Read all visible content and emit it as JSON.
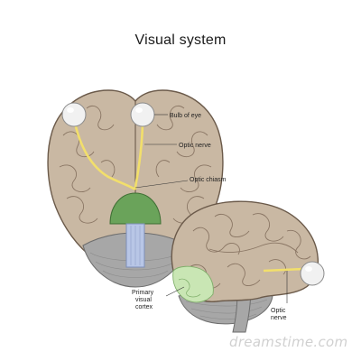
{
  "title": "Visual system",
  "colors": {
    "brain_fill": "#c9b8a3",
    "brain_outline": "#6b5a4a",
    "gyri_line": "#8a7664",
    "cerebellum": "#a7a7a7",
    "brainstem": "#b8c6e6",
    "occipital_green": "#6aa35a",
    "visual_cortex_light": "#c9e6b4",
    "optic_nerve": "#f2df6b",
    "eyeball": "#f1f1f1"
  },
  "labels": {
    "bulb_of_eye": "Bulb of eye",
    "optic_nerve": "Optic nerve",
    "optic_chiasm": "Optic chiasm",
    "primary_visual_cortex": [
      "Primary",
      "visual",
      "cortex"
    ],
    "optic_nerve_side": [
      "Optic",
      "nerve"
    ]
  },
  "watermark": "dreamstime.com"
}
